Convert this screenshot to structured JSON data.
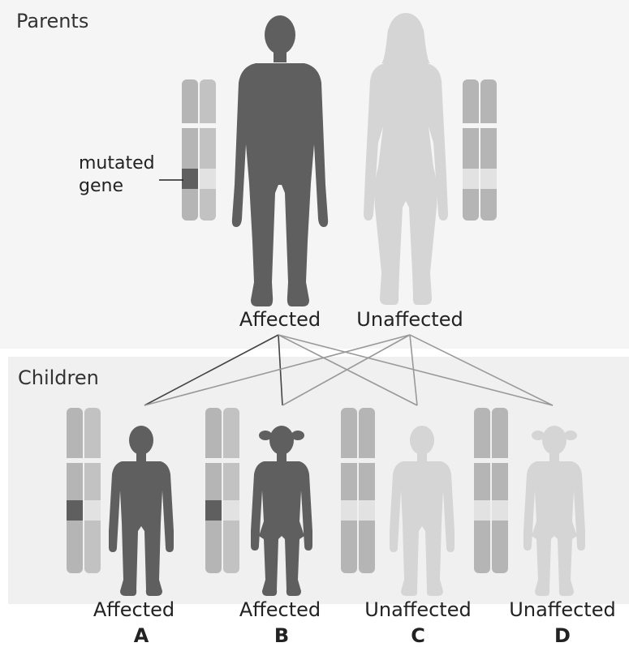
{
  "parents": {
    "title": "Parents",
    "father_label": "Affected",
    "mother_label": "Unaffected",
    "annotation_line1": "mutated",
    "annotation_line2": "gene"
  },
  "children": {
    "title": "Children",
    "items": [
      {
        "letter": "A",
        "label": "Affected"
      },
      {
        "letter": "B",
        "label": "Affected"
      },
      {
        "letter": "C",
        "label": "Unaffected"
      },
      {
        "letter": "D",
        "label": "Unaffected"
      }
    ]
  },
  "colors": {
    "affected": "#5f5f5f",
    "unaffected": "#d5d5d5",
    "chromosome": "#b5b5b5",
    "chromosome_light": "#c4c4c4",
    "mutated_band": "#5f5f5f",
    "normal_band": "#e2e2e2"
  }
}
